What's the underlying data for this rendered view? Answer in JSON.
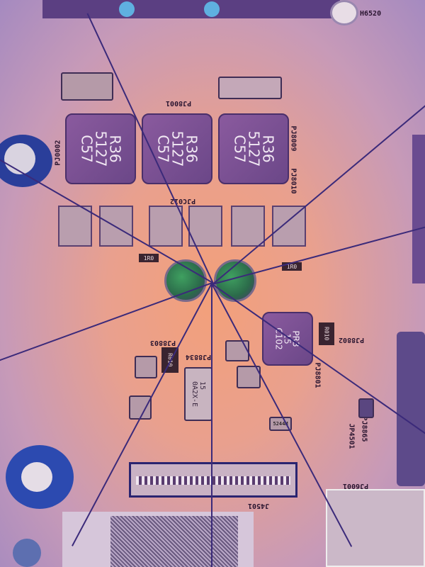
{
  "inductors": [
    {
      "marking": "R36\n5127\nC57"
    },
    {
      "marking": "R36\n5127\nC57"
    },
    {
      "marking": "R36\n5127\nC57"
    }
  ],
  "silkscreen": {
    "pj8001_top": "PJ8001",
    "pjc012": "PJC012",
    "pj8009": "PJ8009",
    "pj8010": "PJ8010",
    "pj0002": "PJ0002",
    "pj8803": "PJ8803",
    "pj8834": "PJ8834",
    "pj8802": "PJ8802",
    "pj8801": "PJ8801",
    "pj8865": "PJ8865",
    "jp4501": "JP4501",
    "pj6001": "PJ6001",
    "j4501": "J4501",
    "h6520": "H6520",
    "r1d0_a": "1R0",
    "r1d0_b": "1R0",
    "r010_a": "R010",
    "r010_b": "R010",
    "chip_15": "15\n0A2X-E",
    "chip_5244": "5244M",
    "inductor_small": "PR3\n15\nC102"
  },
  "colors": {
    "board": "#f3a07a",
    "inductor": "#6b4788",
    "trace": "#3b2a7a"
  }
}
